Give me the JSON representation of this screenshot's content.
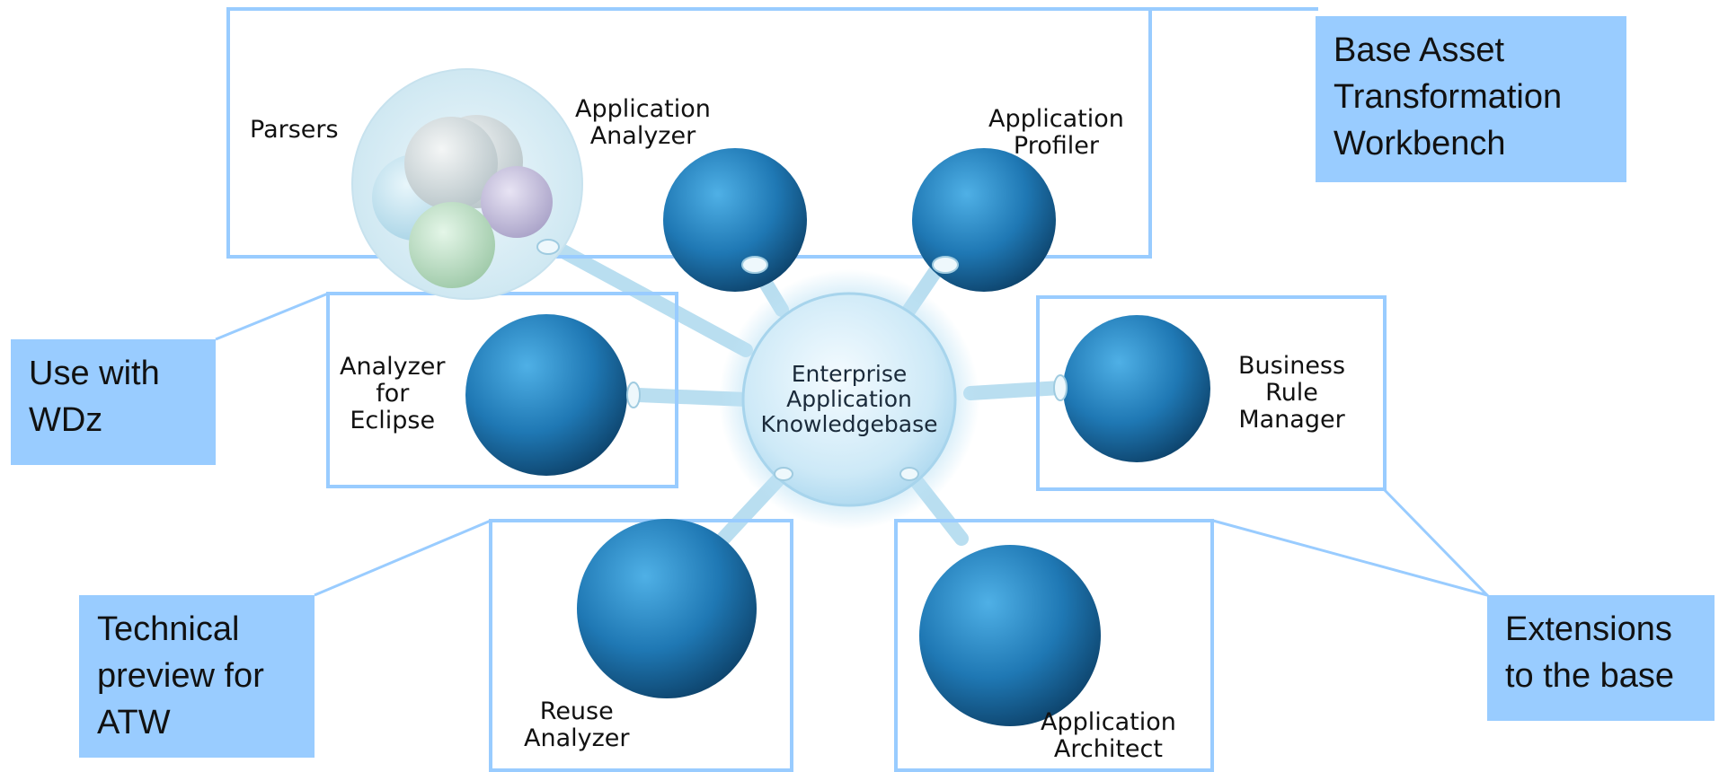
{
  "hub": {
    "label": "Enterprise\nApplication\nKnowledgebase"
  },
  "nodes": {
    "parsers": "Parsers",
    "application_analyzer": "Application\nAnalyzer",
    "application_profiler": "Application\nProfiler",
    "analyzer_for_eclipse": "Analyzer\nfor\nEclipse",
    "business_rule_manager": "Business\nRule\nManager",
    "reuse_analyzer": "Reuse\nAnalyzer",
    "application_architect": "Application\nArchitect"
  },
  "callouts": {
    "base_asset": "Base Asset\nTransformation\nWorkbench",
    "use_with_wdz": "Use with\nWDz",
    "technical_preview": "Technical\npreview for\nATW",
    "extensions": "Extensions\nto the base"
  },
  "colors": {
    "frame": "#99ccff",
    "callout": "#99ccff",
    "sphere": "#2b80b8",
    "hub": "#c9e6f5"
  }
}
